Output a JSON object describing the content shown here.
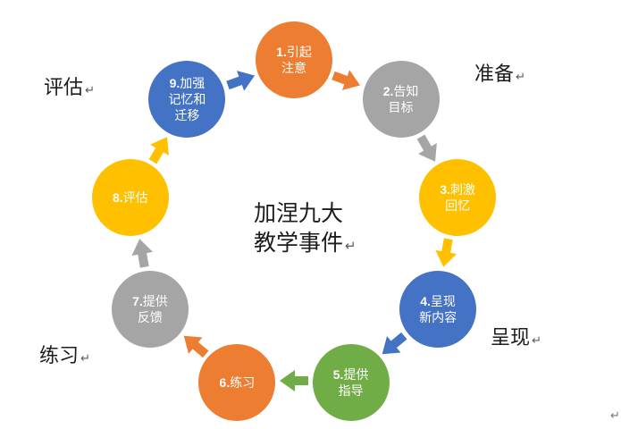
{
  "title": {
    "text": "加涅九大\n教学事件",
    "mark": "↵"
  },
  "outer_labels": [
    {
      "text": "评估",
      "mark": "↵",
      "position": "top-left"
    },
    {
      "text": "准备",
      "mark": "↵",
      "position": "top-right"
    },
    {
      "text": "练习",
      "mark": "↵",
      "position": "bottom-left"
    },
    {
      "text": "呈现",
      "mark": "↵",
      "position": "bottom-right"
    }
  ],
  "stray_mark": "↵",
  "cycle": {
    "description": "nine steps arranged clockwise starting at top",
    "items": [
      {
        "num": "1.",
        "label": "引起\n注意",
        "full_text": "1.引起注意",
        "color": "#ED7D31"
      },
      {
        "num": "2.",
        "label": "告知\n目标",
        "full_text": "2.告知目标",
        "color": "#A5A5A5"
      },
      {
        "num": "3.",
        "label": "刺激\n回忆",
        "full_text": "3.刺激回忆",
        "color": "#FFC000"
      },
      {
        "num": "4.",
        "label": "呈现\n新内容",
        "full_text": "4.呈现新内容",
        "color": "#4472C4"
      },
      {
        "num": "5.",
        "label": "提供\n指导",
        "full_text": "5.提供指导",
        "color": "#70AD47"
      },
      {
        "num": "6.",
        "label": "练习",
        "full_text": "6.练习",
        "color": "#ED7D31"
      },
      {
        "num": "7.",
        "label": "提供\n反馈",
        "full_text": "7.提供反馈",
        "color": "#A5A5A5"
      },
      {
        "num": "8.",
        "label": "评估",
        "full_text": "8.评估",
        "color": "#FFC000"
      },
      {
        "num": "9.",
        "label": "加强\n记忆和\n迁移",
        "full_text": "9.加强记忆和迁移",
        "color": "#4472C4"
      }
    ]
  }
}
